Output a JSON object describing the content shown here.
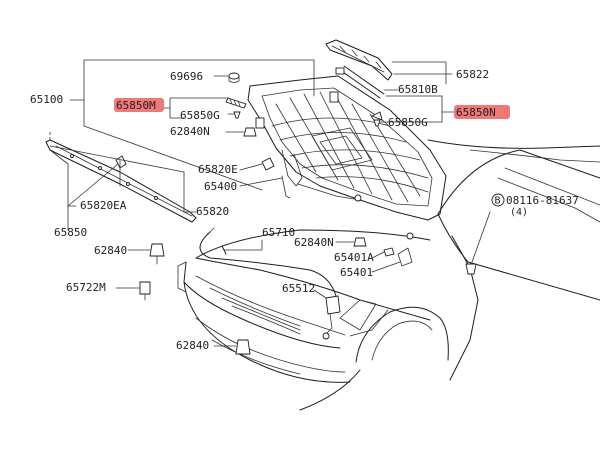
{
  "colors": {
    "highlight": "#f07878",
    "line": "#1e1e1e",
    "text": "#222222"
  },
  "labels": {
    "p69696": "69696",
    "p65850M": "65850M",
    "p65850G_left": "65850G",
    "p62840N_top": "62840N",
    "p65100": "65100",
    "p65822": "65822",
    "p65810B": "65810B",
    "p65850N": "65850N",
    "p65850G_right": "65850G",
    "p65820E": "65820E",
    "p65400": "65400",
    "p65820": "65820",
    "p65820EA": "65820EA",
    "p65850": "65850",
    "p62840_left": "62840",
    "p65710": "65710",
    "p62840N_mid": "62840N",
    "p65401A": "65401A",
    "p65401": "65401",
    "bolt_code": "08116-81637",
    "bolt_prefix": "B",
    "bolt_qty": "(4)",
    "p65722M": "65722M",
    "p65512": "65512",
    "p62840_bottom": "62840"
  }
}
